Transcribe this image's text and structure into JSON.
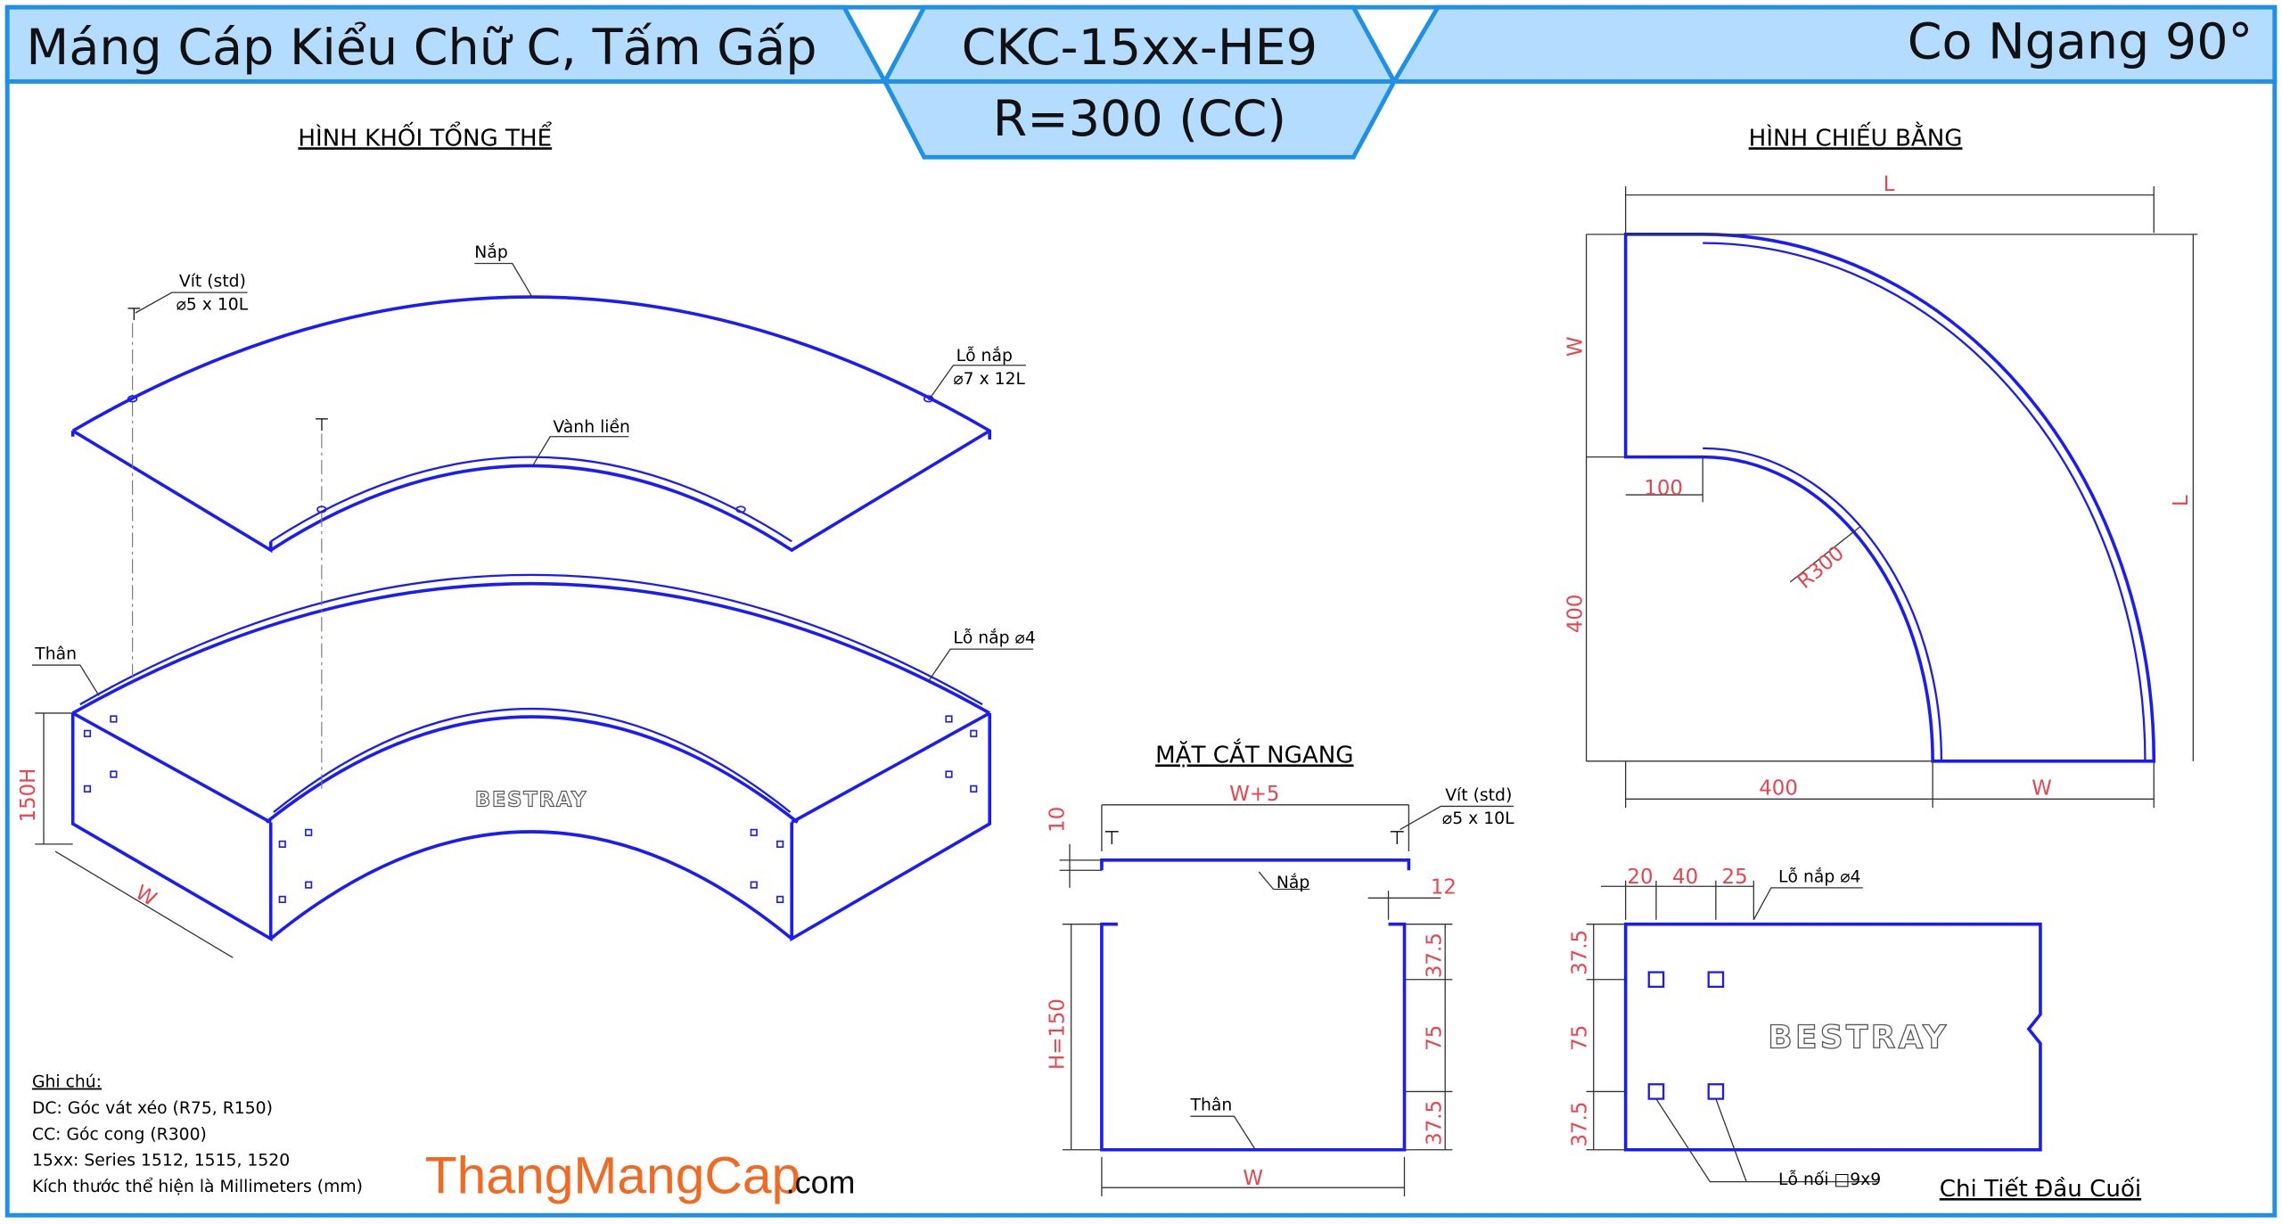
{
  "header": {
    "left_title": "Máng Cáp Kiểu Chữ C, Tấm Gấp",
    "model_code": "CKC-15xx-HE9",
    "radius_spec": "R=300 (CC)",
    "right_title": "Co Ngang 90°"
  },
  "views": {
    "isometric": {
      "title": "HÌNH KHỐI TỔNG THỂ",
      "labels": {
        "cover": "Nắp",
        "screw": "Vít (std)",
        "screw_size": "⌀5 x 10L",
        "cover_hole": "Lỗ nắp",
        "cover_hole_size": "⌀7 x 12L",
        "flange": "Vành liền",
        "body": "Thân",
        "body_hole": "Lỗ nắp ⌀4",
        "height": "150H",
        "width": "W",
        "brand": "BESTRAY"
      }
    },
    "plan": {
      "title": "HÌNH CHIẾU BẰNG",
      "dims": {
        "L_top": "L",
        "W_left": "W",
        "L_right": "L",
        "d100": "100",
        "radius": "R300",
        "d400_v": "400",
        "d400_h": "400",
        "W_bottom": "W"
      }
    },
    "section": {
      "title": "MẶT CẮT NGANG",
      "dims": {
        "w5": "W+5",
        "d10": "10",
        "d12": "12",
        "h150": "H=150",
        "d37a": "37.5",
        "d75": "75",
        "d37b": "37.5",
        "w": "W"
      },
      "labels": {
        "screw": "Vít (std)",
        "screw_size": "⌀5 x 10L",
        "cover": "Nắp",
        "body": "Thân"
      }
    },
    "end_detail": {
      "title": "Chi Tiết Đầu Cuối",
      "dims": {
        "d20": "20",
        "d40": "40",
        "d25": "25",
        "d37a": "37.5",
        "d75": "75",
        "d37b": "37.5"
      },
      "labels": {
        "cover_hole": "Lỗ nắp ⌀4",
        "joint_hole": "Lỗ nối □9x9",
        "brand": "BESTRAY"
      }
    }
  },
  "notes": {
    "heading": "Ghi chú:",
    "lines": [
      "DC: Góc vát xéo (R75, R150)",
      "CC: Góc cong (R300)",
      "15xx: Series 1512, 1515, 1520",
      "Kích thước thể hiện là Millimeters (mm)"
    ]
  },
  "watermark": {
    "brand": "ThangMangCap",
    "suffix": ".com"
  },
  "colors": {
    "frame": "#1e90e8",
    "header_fill": "#b3dcff",
    "line": "#1a1aff",
    "dimension": "#e8454e",
    "brand": "#f26a21"
  }
}
